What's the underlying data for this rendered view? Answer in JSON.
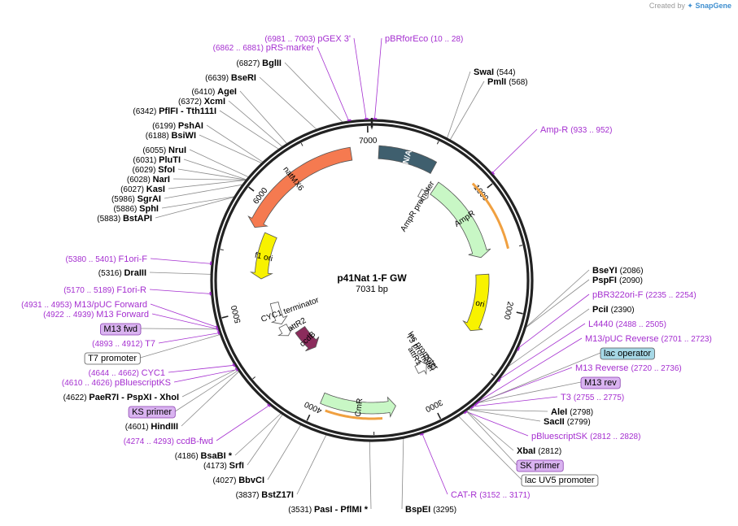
{
  "app": {
    "credit_prefix": "Created by",
    "credit_brand": "SnapGene"
  },
  "map": {
    "title": "p41Nat 1-F GW",
    "size_label": "7031 bp",
    "total_bp": 7031,
    "ticks": [
      {
        "bp": 1000,
        "label": "1000"
      },
      {
        "bp": 2000,
        "label": "2000"
      },
      {
        "bp": 3000,
        "label": "3000"
      },
      {
        "bp": 4000,
        "label": "4000"
      },
      {
        "bp": 5000,
        "label": "5000"
      },
      {
        "bp": 6000,
        "label": "6000"
      },
      {
        "bp": 7000,
        "label": "7000"
      }
    ],
    "features": [
      {
        "name": "CEN/ARS",
        "start": 60,
        "end": 560,
        "color": "#3f5f6e",
        "dir": 0,
        "label_color": "#ffffff"
      },
      {
        "name": "AmpR promoter",
        "start": 560,
        "end": 665,
        "color": "#ffffff",
        "dir": 1
      },
      {
        "name": "AmpR",
        "start": 666,
        "end": 1526,
        "color": "#c8f7c5",
        "dir": 1
      },
      {
        "name": "ori",
        "start": 1697,
        "end": 2285,
        "color": "#f8f200",
        "dir": 1
      },
      {
        "name": "lac promoter",
        "start": 2790,
        "end": 2820,
        "color": "#ffffff",
        "dir": -1
      },
      {
        "name": "T3 promoter",
        "start": 2840,
        "end": 2860,
        "color": "#ffffff",
        "dir": -1
      },
      {
        "name": "attR1",
        "start": 2870,
        "end": 2995,
        "color": "#ffffff",
        "dir": -1
      },
      {
        "name": "CmR",
        "start": 3305,
        "end": 3960,
        "color": "#c8f7c5",
        "dir": -1
      },
      {
        "name": "ccdB",
        "start": 4300,
        "end": 4600,
        "color": "#8b2c5c",
        "dir": -1
      },
      {
        "name": "attR2",
        "start": 4620,
        "end": 4745,
        "color": "#ffffff",
        "dir": -1
      },
      {
        "name": "CYC1 terminator",
        "start": 4770,
        "end": 5020,
        "color": "#ffffff",
        "dir": -1
      },
      {
        "name": "f1 ori",
        "start": 5290,
        "end": 5745,
        "color": "#f8f200",
        "dir": -1
      },
      {
        "name": "natMX6",
        "start": 5750,
        "end": 6850,
        "color": "#f57a50",
        "dir": -1
      }
    ],
    "sites": [
      {
        "name": "BglII",
        "pos": "(6827)",
        "side": "left"
      },
      {
        "name": "BseRI",
        "pos": "(6639)",
        "side": "left"
      },
      {
        "name": "AgeI",
        "pos": "(6410)",
        "side": "left"
      },
      {
        "name": "XcmI",
        "pos": "(6372)",
        "side": "left"
      },
      {
        "name": "PflFI - Tth111I",
        "pos": "(6342)",
        "side": "left"
      },
      {
        "name": "PshAI",
        "pos": "(6199)",
        "side": "left"
      },
      {
        "name": "BsiWI",
        "pos": "(6188)",
        "side": "left"
      },
      {
        "name": "NruI",
        "pos": "(6055)",
        "side": "left"
      },
      {
        "name": "PluTI",
        "pos": "(6031)",
        "side": "left"
      },
      {
        "name": "SfoI",
        "pos": "(6029)",
        "side": "left"
      },
      {
        "name": "NarI",
        "pos": "(6028)",
        "side": "left"
      },
      {
        "name": "KasI",
        "pos": "(6027)",
        "side": "left"
      },
      {
        "name": "SgrAI",
        "pos": "(5986)",
        "side": "left"
      },
      {
        "name": "SphI",
        "pos": "(5886)",
        "side": "left"
      },
      {
        "name": "BstAPI",
        "pos": "(5883)",
        "side": "left"
      },
      {
        "name": "DraIII",
        "pos": "(5316)",
        "side": "left"
      },
      {
        "name": "PaeR7I - PspXI - XhoI",
        "pos": "(4622)",
        "side": "left"
      },
      {
        "name": "HindIII",
        "pos": "(4601)",
        "side": "left"
      },
      {
        "name": "BsaBI *",
        "pos": "(4186)",
        "side": "left"
      },
      {
        "name": "SrfI",
        "pos": "(4173)",
        "side": "left"
      },
      {
        "name": "BbvCI",
        "pos": "(4027)",
        "side": "left"
      },
      {
        "name": "BstZ17I",
        "pos": "(3837)",
        "side": "left"
      },
      {
        "name": "PasI - PflMI *",
        "pos": "(3531)",
        "side": "left"
      },
      {
        "name": "BspEI",
        "pos": "(3295)",
        "side": "right"
      },
      {
        "name": "SwaI",
        "pos": "(544)",
        "side": "right"
      },
      {
        "name": "PmlI",
        "pos": "(568)",
        "side": "right"
      },
      {
        "name": "BseYI",
        "pos": "(2086)",
        "side": "right"
      },
      {
        "name": "PspFI",
        "pos": "(2090)",
        "side": "right"
      },
      {
        "name": "PciI",
        "pos": "(2390)",
        "side": "right"
      },
      {
        "name": "AleI",
        "pos": "(2798)",
        "side": "right"
      },
      {
        "name": "SacII",
        "pos": "(2799)",
        "side": "right"
      },
      {
        "name": "XbaI",
        "pos": "(2812)",
        "side": "right"
      }
    ],
    "primers": [
      {
        "name": "pGEX 3'",
        "pos": "(6981 .. 7003)",
        "side": "left"
      },
      {
        "name": "pRS-marker",
        "pos": "(6862 .. 6881)",
        "side": "left"
      },
      {
        "name": "pBRforEco",
        "pos": "(10 .. 28)",
        "side": "right"
      },
      {
        "name": "Amp-R",
        "pos": "(933 .. 952)",
        "side": "right"
      },
      {
        "name": "F1ori-F",
        "pos": "(5380 .. 5401)",
        "side": "left"
      },
      {
        "name": "F1ori-R",
        "pos": "(5170 .. 5189)",
        "side": "left"
      },
      {
        "name": "M13/pUC Forward",
        "pos": "(4931 .. 4953)",
        "side": "left"
      },
      {
        "name": "M13 Forward",
        "pos": "(4922 .. 4939)",
        "side": "left"
      },
      {
        "name": "T7",
        "pos": "(4893 .. 4912)",
        "side": "left"
      },
      {
        "name": "CYC1",
        "pos": "(4644 .. 4662)",
        "side": "left"
      },
      {
        "name": "pBluescriptKS",
        "pos": "(4610 .. 4626)",
        "side": "left"
      },
      {
        "name": "ccdB-fwd",
        "pos": "(4274 .. 4293)",
        "side": "left"
      },
      {
        "name": "pBR322ori-F",
        "pos": "(2235 .. 2254)",
        "side": "right"
      },
      {
        "name": "L4440",
        "pos": "(2488 .. 2505)",
        "side": "right"
      },
      {
        "name": "M13/pUC Reverse",
        "pos": "(2701 .. 2723)",
        "side": "right"
      },
      {
        "name": "M13 Reverse",
        "pos": "(2720 .. 2736)",
        "side": "right"
      },
      {
        "name": "T3",
        "pos": "(2755 .. 2775)",
        "side": "right"
      },
      {
        "name": "pBluescriptSK",
        "pos": "(2812 .. 2828)",
        "side": "right"
      },
      {
        "name": "CAT-R",
        "pos": "(3152 .. 3171)",
        "side": "right"
      }
    ],
    "boxed_labels": [
      {
        "name": "M13 fwd",
        "fill": "#d9b3f0",
        "stroke": "#8a3fb0"
      },
      {
        "name": "T7 promoter",
        "fill": "#ffffff",
        "stroke": "#555555"
      },
      {
        "name": "KS primer",
        "fill": "#d9b3f0",
        "stroke": "#8a3fb0"
      },
      {
        "name": "lac operator",
        "fill": "#a6d8e6",
        "stroke": "#555555"
      },
      {
        "name": "M13 rev",
        "fill": "#d9b3f0",
        "stroke": "#8a3fb0"
      },
      {
        "name": "SK primer",
        "fill": "#d9b3f0",
        "stroke": "#8a3fb0"
      },
      {
        "name": "lac UV5 promoter",
        "fill": "#ffffff",
        "stroke": "#555555"
      }
    ]
  }
}
